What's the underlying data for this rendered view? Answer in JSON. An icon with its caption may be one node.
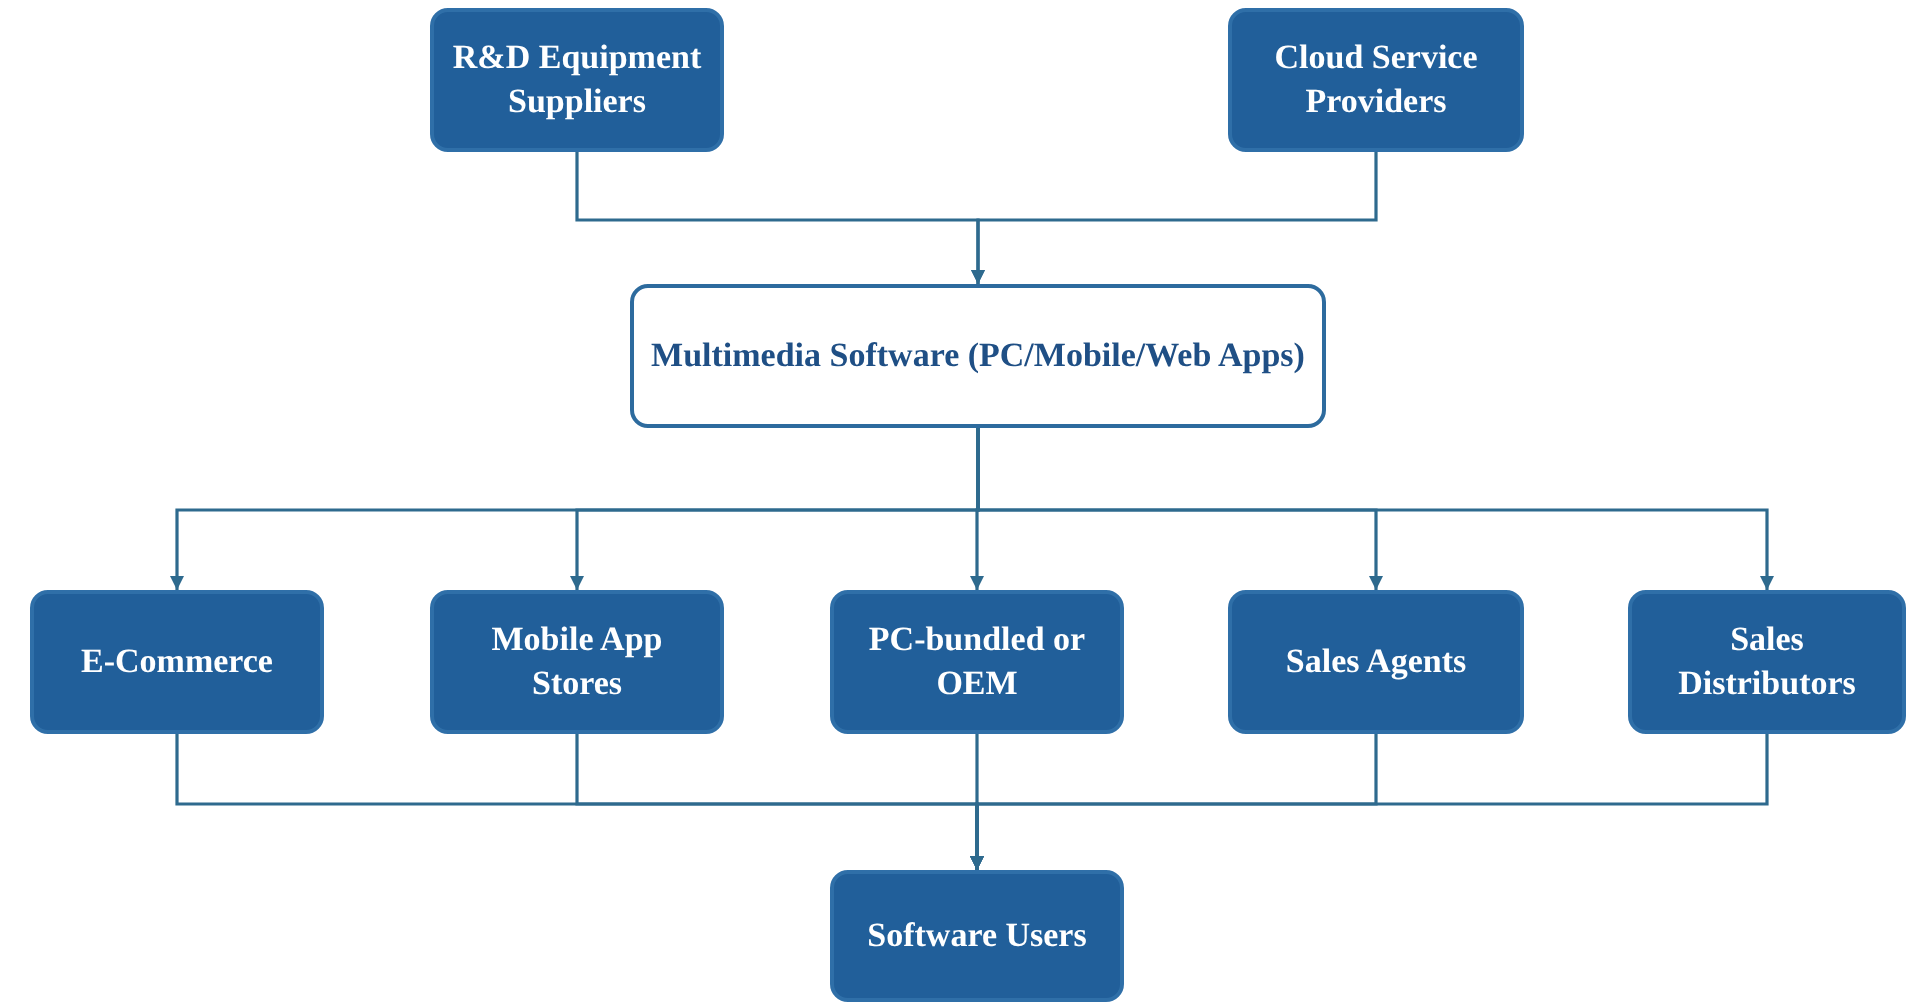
{
  "diagram": {
    "nodes": [
      {
        "text": [
          "R&D Equipment Suppliers"
        ]
      },
      {
        "text": [
          "Cloud Service Providers"
        ]
      },
      {
        "text": [
          "Multimedia Software (PC/Mobile/Web Apps)"
        ]
      },
      {
        "text": [
          "E-Commerce"
        ]
      },
      {
        "text": [
          "Mobile App Stores"
        ]
      },
      {
        "text": [
          "PC-bundled or OEM"
        ]
      },
      {
        "text": [
          "Sales Agents"
        ]
      },
      {
        "text": [
          "Sales Distributors"
        ]
      },
      {
        "text": [
          "Software Users"
        ]
      }
    ],
    "edges": [
      {
        "from": 0,
        "to": 2,
        "arrow": "to"
      },
      {
        "from": 1,
        "to": 2,
        "arrow": "to"
      },
      {
        "from": 2,
        "to": 3,
        "arrow": "to"
      },
      {
        "from": 2,
        "to": 4,
        "arrow": "to"
      },
      {
        "from": 2,
        "to": 5,
        "arrow": "to"
      },
      {
        "from": 2,
        "to": 6,
        "arrow": "to"
      },
      {
        "from": 2,
        "to": 7,
        "arrow": "to"
      },
      {
        "from": 3,
        "to": 8,
        "arrow": "to"
      },
      {
        "from": 4,
        "to": 8,
        "arrow": "to"
      },
      {
        "from": 5,
        "to": 8,
        "arrow": "to"
      },
      {
        "from": 6,
        "to": 8,
        "arrow": "to"
      },
      {
        "from": 7,
        "to": 8,
        "arrow": "to"
      }
    ]
  }
}
